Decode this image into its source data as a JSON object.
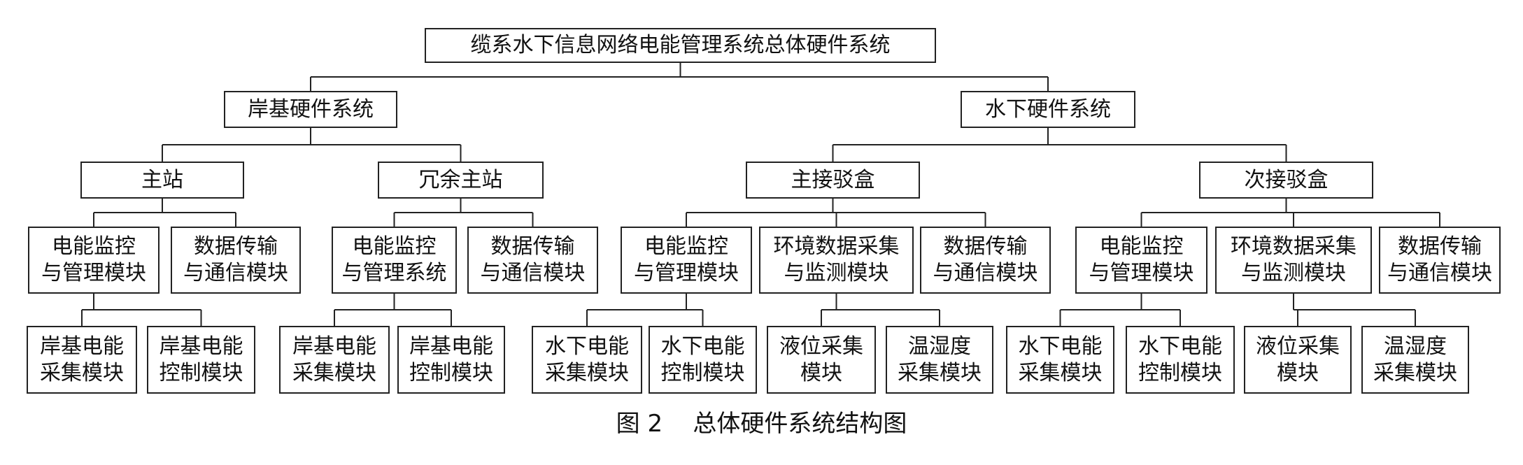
{
  "figure": {
    "caption": "图 2    总体硬件系统结构图",
    "nodes": {
      "root": [
        "缆系水下信息网络电能管理系统总体硬件系统"
      ],
      "shore": [
        "岸基硬件系统"
      ],
      "underwater": [
        "水下硬件系统"
      ],
      "main_station": [
        "主站"
      ],
      "redundant_station": [
        "冗余主站"
      ],
      "main_junction": [
        "主接驳盒"
      ],
      "secondary_junction": [
        "次接驳盒"
      ],
      "ms_power": [
        "电能监控",
        "与管理模块"
      ],
      "ms_data": [
        "数据传输",
        "与通信模块"
      ],
      "rs_power": [
        "电能监控",
        "与管理系统"
      ],
      "rs_data": [
        "数据传输",
        "与通信模块"
      ],
      "mj_power": [
        "电能监控",
        "与管理模块"
      ],
      "mj_env": [
        "环境数据采集",
        "与监测模块"
      ],
      "mj_data": [
        "数据传输",
        "与通信模块"
      ],
      "sj_power": [
        "电能监控",
        "与管理模块"
      ],
      "sj_env": [
        "环境数据采集",
        "与监测模块"
      ],
      "sj_data": [
        "数据传输",
        "与通信模块"
      ],
      "ms_collect": [
        "岸基电能",
        "采集模块"
      ],
      "ms_control": [
        "岸基电能",
        "控制模块"
      ],
      "rs_collect": [
        "岸基电能",
        "采集模块"
      ],
      "rs_control": [
        "岸基电能",
        "控制模块"
      ],
      "mj_collect": [
        "水下电能",
        "采集模块"
      ],
      "mj_control": [
        "水下电能",
        "控制模块"
      ],
      "mj_level": [
        "液位采集",
        "模块"
      ],
      "mj_humid": [
        "温湿度",
        "采集模块"
      ],
      "sj_collect": [
        "水下电能",
        "采集模块"
      ],
      "sj_control": [
        "水下电能",
        "控制模块"
      ],
      "sj_level": [
        "液位采集",
        "模块"
      ],
      "sj_humid": [
        "温湿度",
        "采集模块"
      ]
    },
    "edges": [
      [
        "root",
        [
          "shore",
          "underwater"
        ]
      ],
      [
        "shore",
        [
          "main_station",
          "redundant_station"
        ]
      ],
      [
        "underwater",
        [
          "main_junction",
          "secondary_junction"
        ]
      ],
      [
        "main_station",
        [
          "ms_power",
          "ms_data"
        ]
      ],
      [
        "redundant_station",
        [
          "rs_power",
          "rs_data"
        ]
      ],
      [
        "main_junction",
        [
          "mj_power",
          "mj_env",
          "mj_data"
        ]
      ],
      [
        "secondary_junction",
        [
          "sj_power",
          "sj_env",
          "sj_data"
        ]
      ],
      [
        "ms_power",
        [
          "ms_collect",
          "ms_control"
        ]
      ],
      [
        "rs_power",
        [
          "rs_collect",
          "rs_control"
        ]
      ],
      [
        "mj_power",
        [
          "mj_collect",
          "mj_control"
        ]
      ],
      [
        "mj_env",
        [
          "mj_level",
          "mj_humid"
        ]
      ],
      [
        "sj_power",
        [
          "sj_collect",
          "sj_control"
        ]
      ],
      [
        "sj_env",
        [
          "sj_level",
          "sj_humid"
        ]
      ]
    ]
  }
}
